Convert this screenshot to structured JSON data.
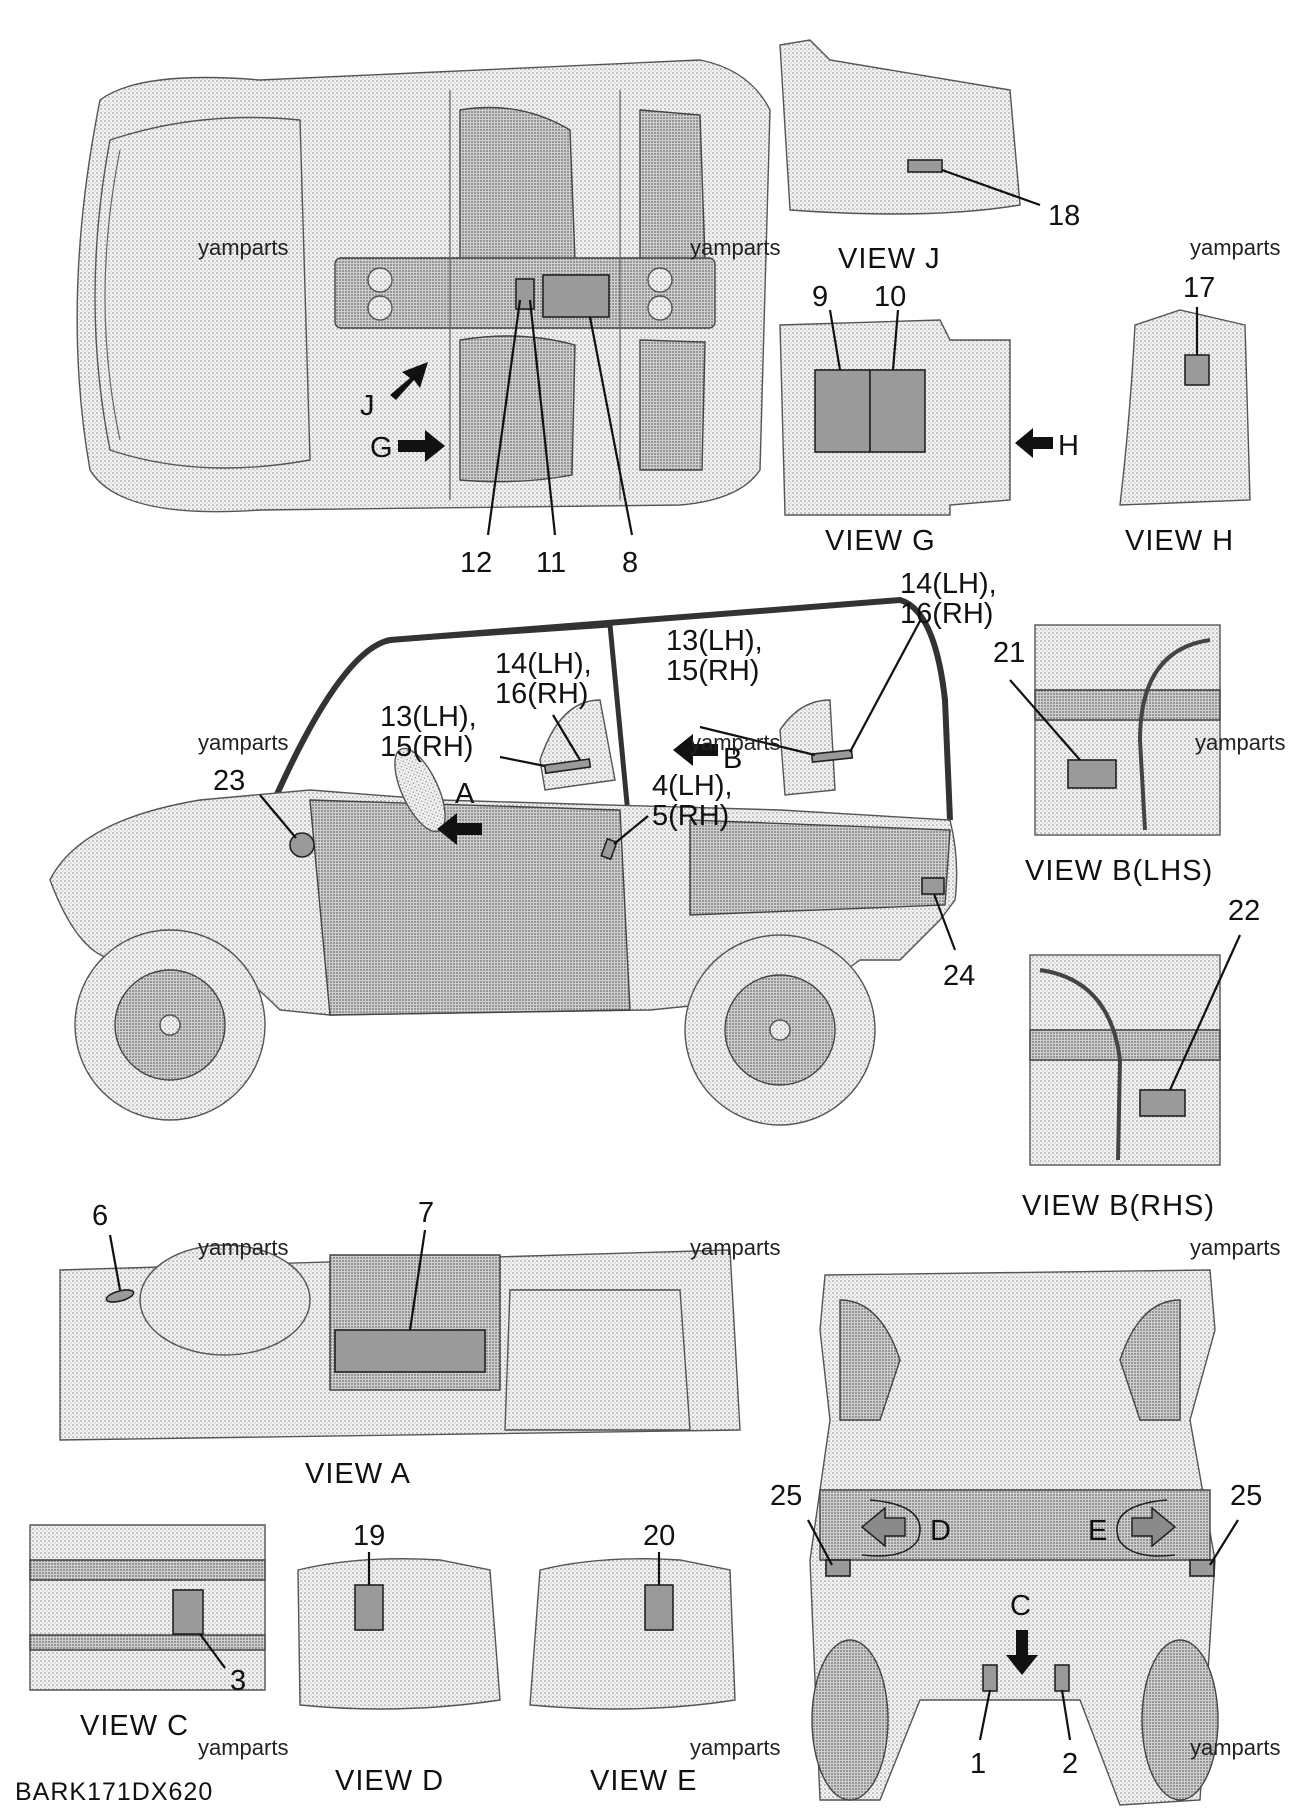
{
  "diagram": {
    "code": "BARK171DX620",
    "watermark": "yamparts",
    "views": {
      "j": "VIEW J",
      "g": "VIEW G",
      "h": "VIEW H",
      "b_lhs": "VIEW B(LHS)",
      "b_rhs": "VIEW B(RHS)",
      "a": "VIEW A",
      "c": "VIEW C",
      "d": "VIEW D",
      "e": "VIEW E"
    },
    "arrows": {
      "j": "J",
      "g": "G",
      "h": "H",
      "a": "A",
      "b": "B",
      "c": "C",
      "d": "D",
      "e": "E"
    },
    "callouts": {
      "n1": "1",
      "n2": "2",
      "n3": "3",
      "n4_5_a": "4(LH),",
      "n4_5_b": "5(RH)",
      "n6": "6",
      "n7": "7",
      "n8": "8",
      "n9": "9",
      "n10": "10",
      "n11": "11",
      "n12": "12",
      "n13_15_left_a": "13(LH),",
      "n13_15_left_b": "15(RH)",
      "n14_16_left_a": "14(LH),",
      "n14_16_left_b": "16(RH)",
      "n13_15_right_a": "13(LH),",
      "n13_15_right_b": "15(RH)",
      "n14_16_right_a": "14(LH),",
      "n14_16_right_b": "16(RH)",
      "n17": "17",
      "n18": "18",
      "n19": "19",
      "n20": "20",
      "n21": "21",
      "n22": "22",
      "n23": "23",
      "n24": "24",
      "n25_left": "25",
      "n25_right": "25"
    }
  }
}
